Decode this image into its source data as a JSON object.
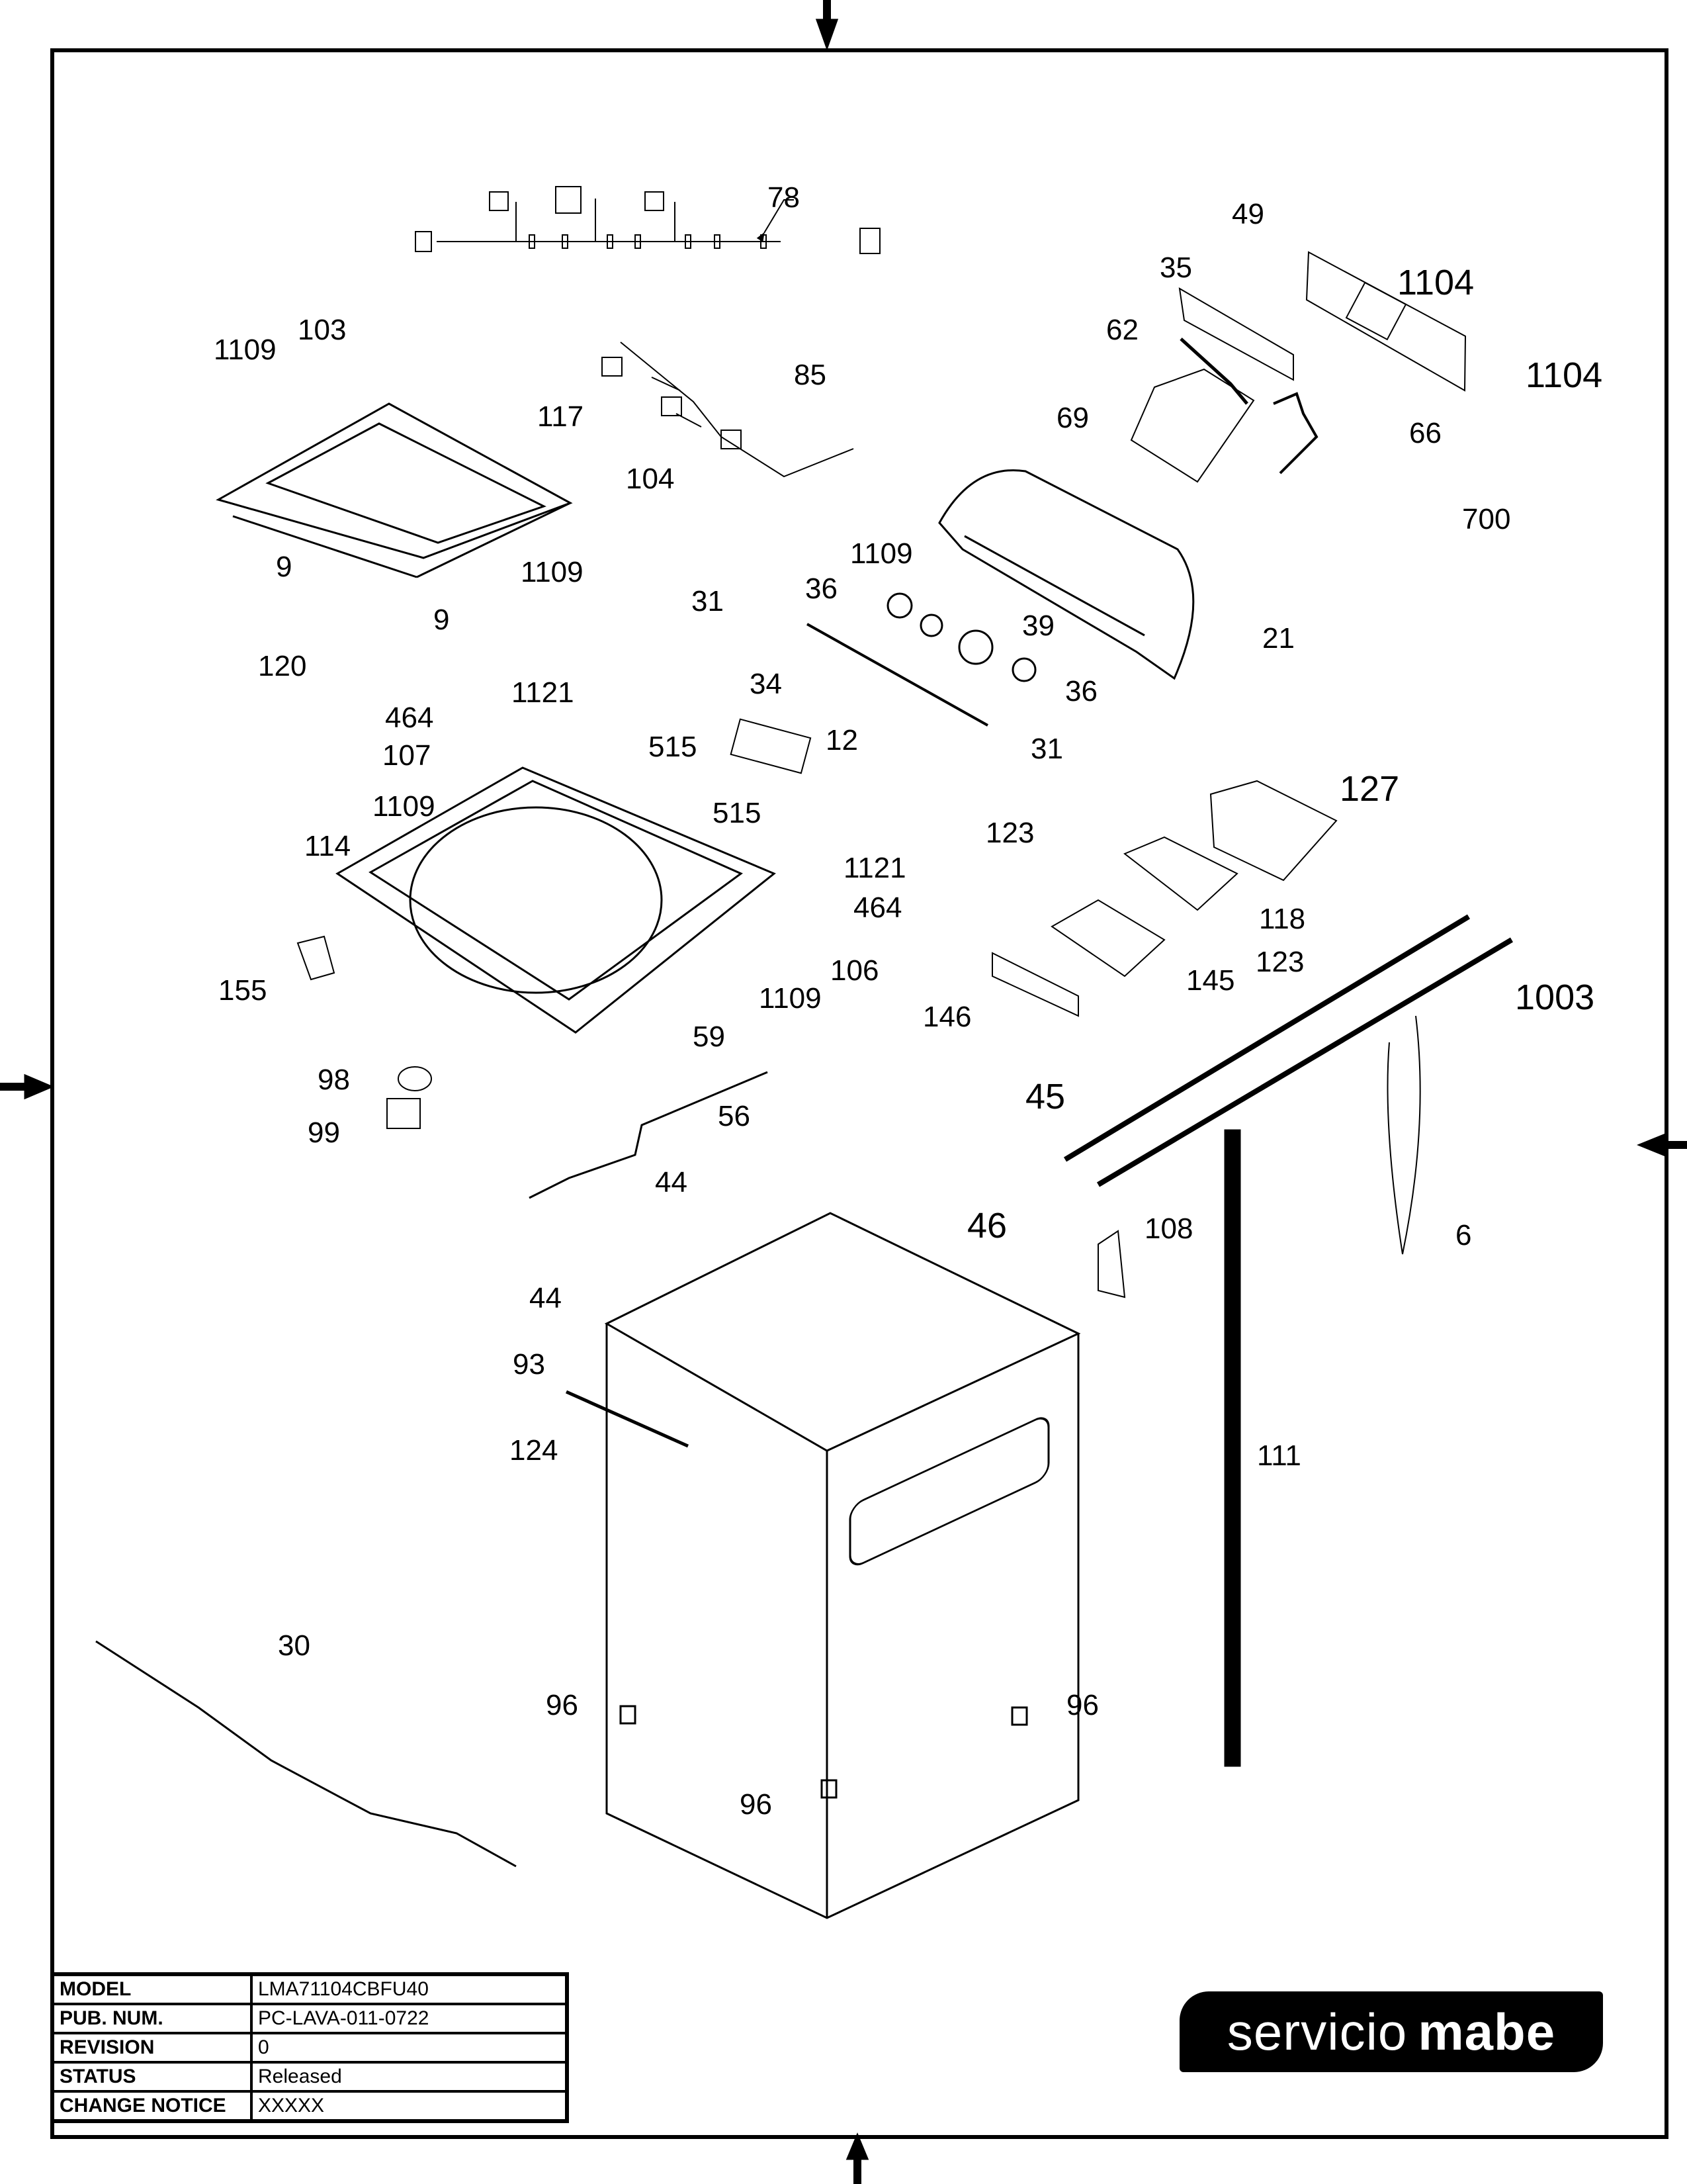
{
  "document": {
    "type": "exploded-parts-diagram",
    "brand_logo": {
      "light": "servicio",
      "bold": "mabe"
    }
  },
  "title_block": [
    {
      "key": "MODEL",
      "value": "LMA71104CBFU40"
    },
    {
      "key": "PUB. NUM.",
      "value": "PC-LAVA-011-0722"
    },
    {
      "key": "REVISION",
      "value": "0"
    },
    {
      "key": "STATUS",
      "value": "Released"
    },
    {
      "key": "CHANGE NOTICE",
      "value": "XXXXX"
    }
  ],
  "callouts": [
    {
      "id": "c78",
      "label": "78"
    },
    {
      "id": "c49",
      "label": "49"
    },
    {
      "id": "c35",
      "label": "35"
    },
    {
      "id": "c1104a",
      "label": "1104"
    },
    {
      "id": "c62",
      "label": "62"
    },
    {
      "id": "c1104b",
      "label": "1104"
    },
    {
      "id": "c69",
      "label": "69"
    },
    {
      "id": "c66",
      "label": "66"
    },
    {
      "id": "c700",
      "label": "700"
    },
    {
      "id": "c1109a",
      "label": "1109"
    },
    {
      "id": "c103",
      "label": "103"
    },
    {
      "id": "c85",
      "label": "85"
    },
    {
      "id": "c117",
      "label": "117"
    },
    {
      "id": "c104",
      "label": "104"
    },
    {
      "id": "c9a",
      "label": "9"
    },
    {
      "id": "c1109b",
      "label": "1109"
    },
    {
      "id": "c9b",
      "label": "9"
    },
    {
      "id": "c120",
      "label": "120"
    },
    {
      "id": "c1109c",
      "label": "1109"
    },
    {
      "id": "c36a",
      "label": "36"
    },
    {
      "id": "c31a",
      "label": "31"
    },
    {
      "id": "c39",
      "label": "39"
    },
    {
      "id": "c21",
      "label": "21"
    },
    {
      "id": "c34",
      "label": "34"
    },
    {
      "id": "c36b",
      "label": "36"
    },
    {
      "id": "c1121a",
      "label": "1121"
    },
    {
      "id": "c464a",
      "label": "464"
    },
    {
      "id": "c107",
      "label": "107"
    },
    {
      "id": "c515a",
      "label": "515"
    },
    {
      "id": "c12",
      "label": "12"
    },
    {
      "id": "c31b",
      "label": "31"
    },
    {
      "id": "c127",
      "label": "127"
    },
    {
      "id": "c1109d",
      "label": "1109"
    },
    {
      "id": "c515b",
      "label": "515"
    },
    {
      "id": "c123a",
      "label": "123"
    },
    {
      "id": "c114",
      "label": "114"
    },
    {
      "id": "c1121b",
      "label": "1121"
    },
    {
      "id": "c464b",
      "label": "464"
    },
    {
      "id": "c118",
      "label": "118"
    },
    {
      "id": "c155",
      "label": "155"
    },
    {
      "id": "c106",
      "label": "106"
    },
    {
      "id": "c123b",
      "label": "123"
    },
    {
      "id": "c1109e",
      "label": "1109"
    },
    {
      "id": "c145",
      "label": "145"
    },
    {
      "id": "c1003",
      "label": "1003"
    },
    {
      "id": "c146",
      "label": "146"
    },
    {
      "id": "c59",
      "label": "59"
    },
    {
      "id": "c98",
      "label": "98"
    },
    {
      "id": "c45",
      "label": "45"
    },
    {
      "id": "c56",
      "label": "56"
    },
    {
      "id": "c99",
      "label": "99"
    },
    {
      "id": "c44a",
      "label": "44"
    },
    {
      "id": "c46",
      "label": "46"
    },
    {
      "id": "c108",
      "label": "108"
    },
    {
      "id": "c6",
      "label": "6"
    },
    {
      "id": "c44b",
      "label": "44"
    },
    {
      "id": "c93",
      "label": "93"
    },
    {
      "id": "c124",
      "label": "124"
    },
    {
      "id": "c111",
      "label": "111"
    },
    {
      "id": "c30",
      "label": "30"
    },
    {
      "id": "c96a",
      "label": "96"
    },
    {
      "id": "c96b",
      "label": "96"
    },
    {
      "id": "c96c",
      "label": "96"
    }
  ]
}
